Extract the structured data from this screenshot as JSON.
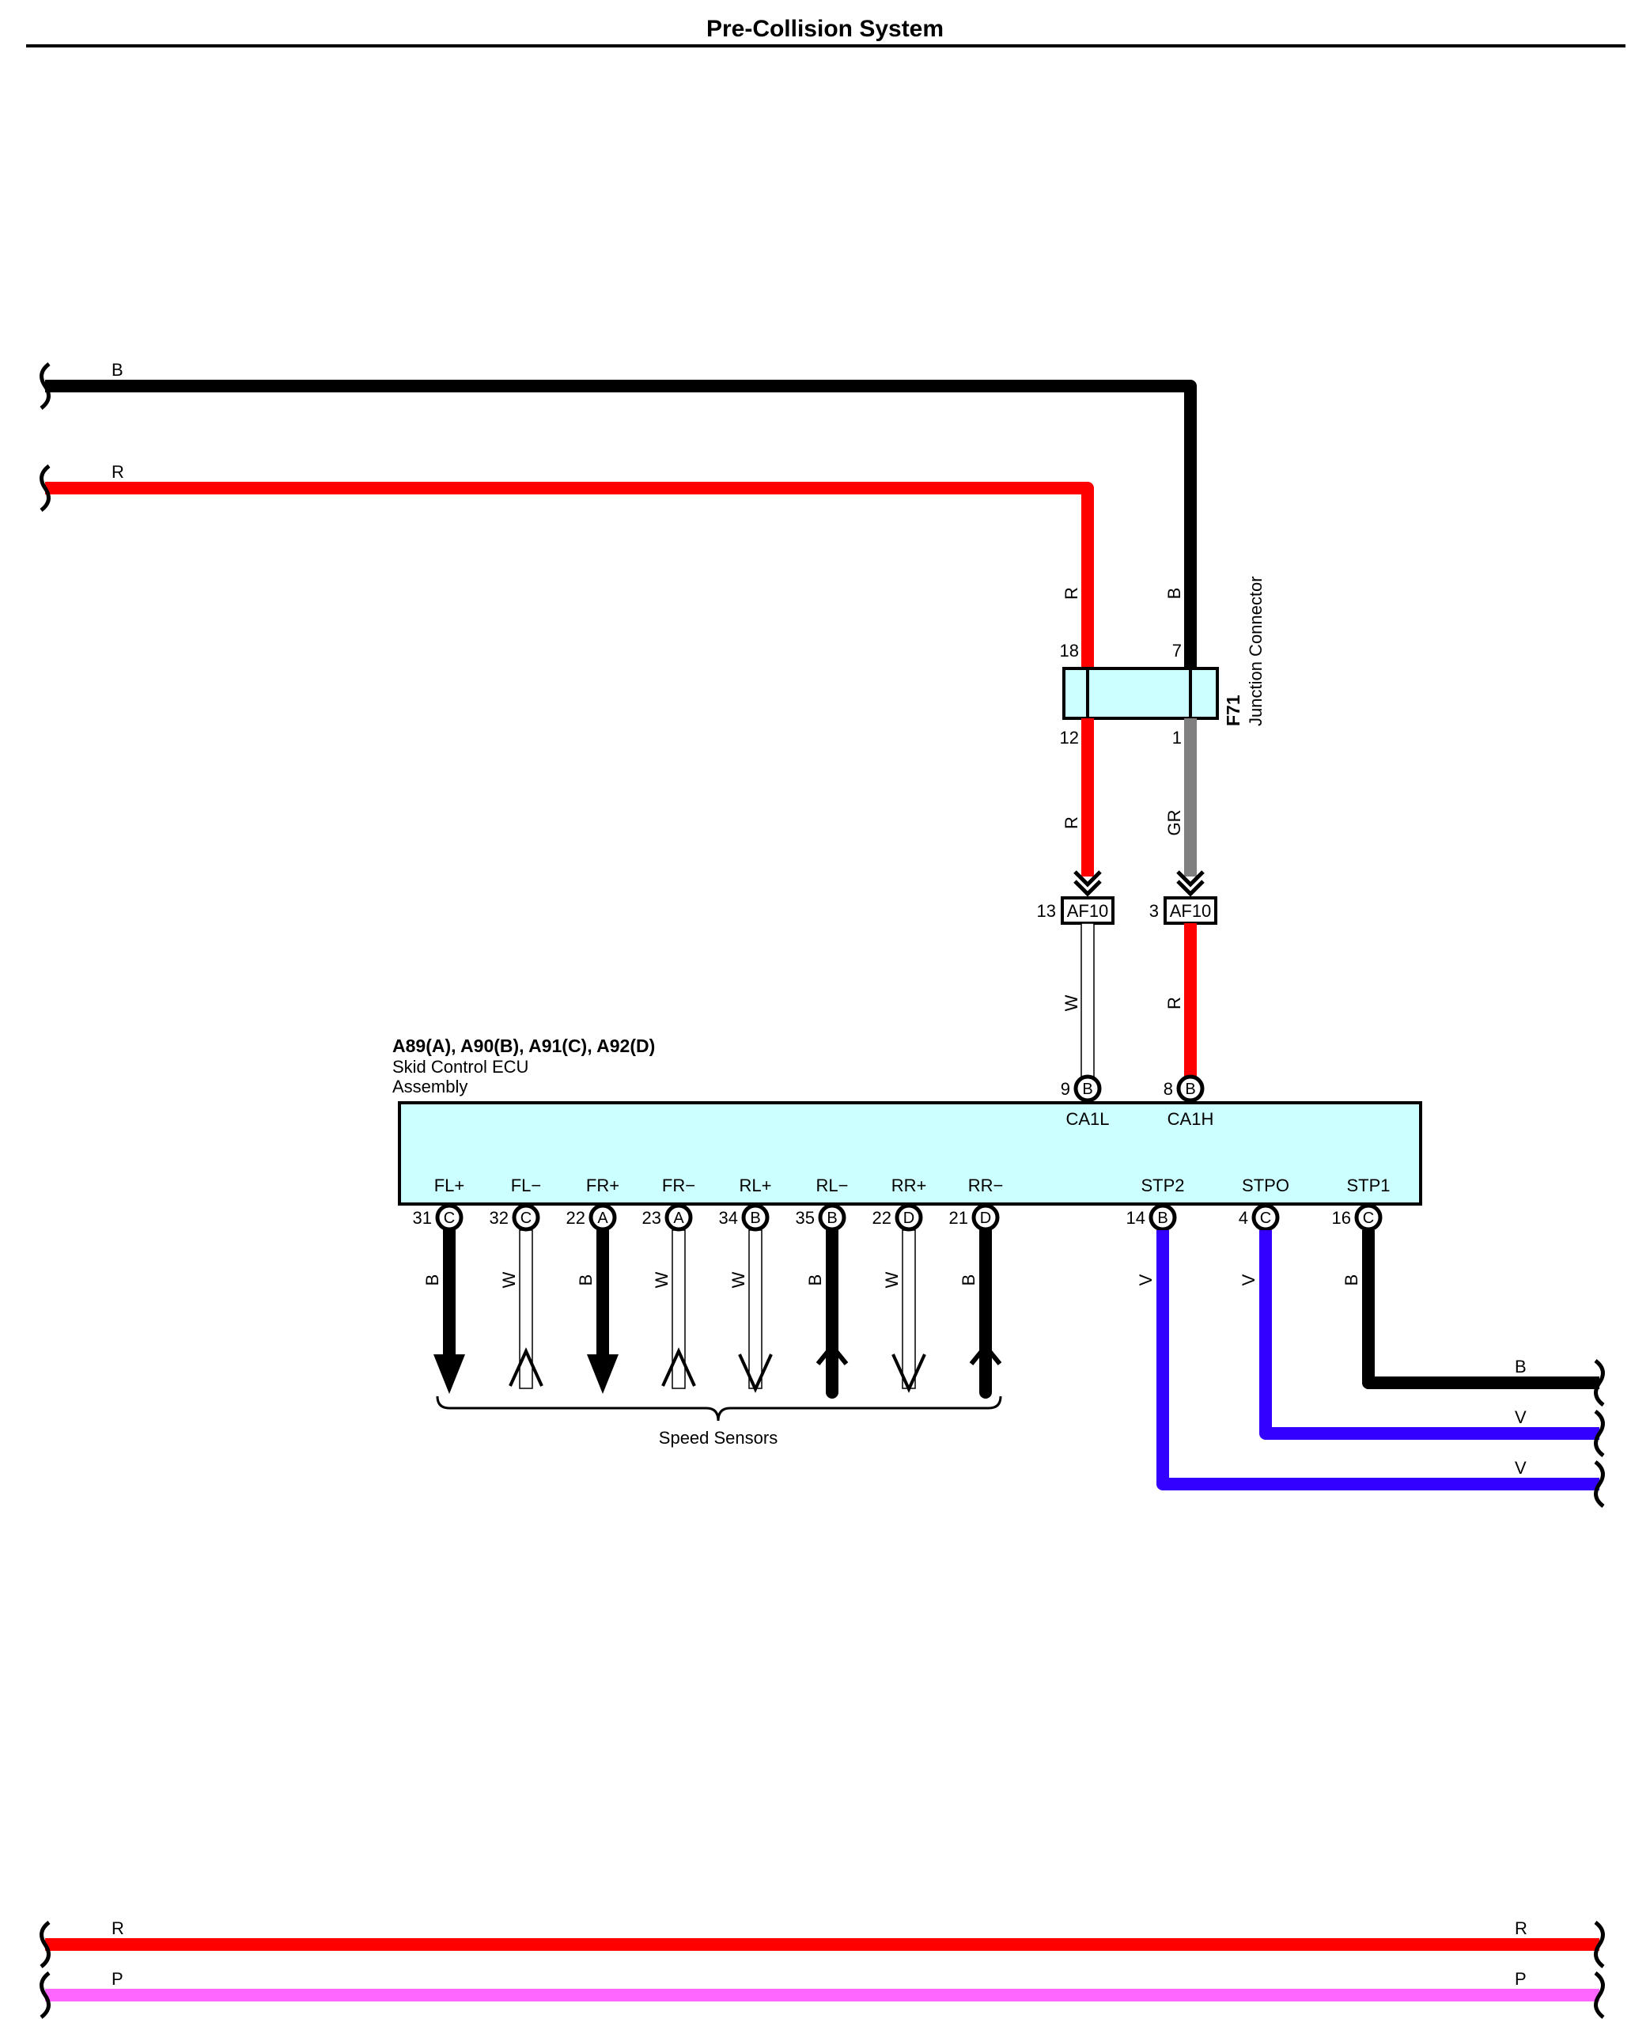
{
  "page": {
    "title": "Pre-Collision System"
  },
  "colors": {
    "B": "#000000",
    "R": "#ff0000",
    "GR": "#808080",
    "W": "#ffffff",
    "V": "#3300ff",
    "P": "#ff66ff",
    "component_fill": "#ccffff"
  },
  "junction": {
    "code": "F71",
    "name": "Junction Connector",
    "pins": {
      "in_r": "18",
      "in_b": "7",
      "out_r": "12",
      "out_gr": "1"
    }
  },
  "connectors": {
    "af10_left": {
      "code": "AF10",
      "pin": "13"
    },
    "af10_right": {
      "code": "AF10",
      "pin": "3"
    }
  },
  "ecu": {
    "codes": "A89(A), A90(B), A91(C), A92(D)",
    "name_line1": "Skid Control ECU",
    "name_line2": "Assembly",
    "top_pins": [
      {
        "num": "9",
        "conn": "B",
        "label": "CA1L",
        "wire": "W"
      },
      {
        "num": "8",
        "conn": "B",
        "label": "CA1H",
        "wire": "R"
      }
    ],
    "bottom_pins": [
      {
        "num": "31",
        "conn": "C",
        "label": "FL+",
        "wire": "B"
      },
      {
        "num": "32",
        "conn": "C",
        "label": "FL−",
        "wire": "W"
      },
      {
        "num": "22",
        "conn": "A",
        "label": "FR+",
        "wire": "B"
      },
      {
        "num": "23",
        "conn": "A",
        "label": "FR−",
        "wire": "W"
      },
      {
        "num": "34",
        "conn": "B",
        "label": "RL+",
        "wire": "W"
      },
      {
        "num": "35",
        "conn": "B",
        "label": "RL−",
        "wire": "B"
      },
      {
        "num": "22",
        "conn": "D",
        "label": "RR+",
        "wire": "W"
      },
      {
        "num": "21",
        "conn": "D",
        "label": "RR−",
        "wire": "B"
      },
      {
        "num": "14",
        "conn": "B",
        "label": "STP2",
        "wire": "V"
      },
      {
        "num": "4",
        "conn": "C",
        "label": "STPO",
        "wire": "V"
      },
      {
        "num": "16",
        "conn": "C",
        "label": "STP1",
        "wire": "B"
      }
    ]
  },
  "speed_sensors_label": "Speed Sensors",
  "wire_labels": {
    "top_b": "B",
    "top_r": "R",
    "vert_r_upper": "R",
    "vert_b_upper": "B",
    "vert_r_lower": "R",
    "vert_gr_lower": "GR",
    "af10_w": "W",
    "af10_r": "R",
    "exit_b": "B",
    "exit_v1": "V",
    "exit_v2": "V",
    "bottom_r_left": "R",
    "bottom_r_right": "R",
    "bottom_p_left": "P",
    "bottom_p_right": "P"
  }
}
